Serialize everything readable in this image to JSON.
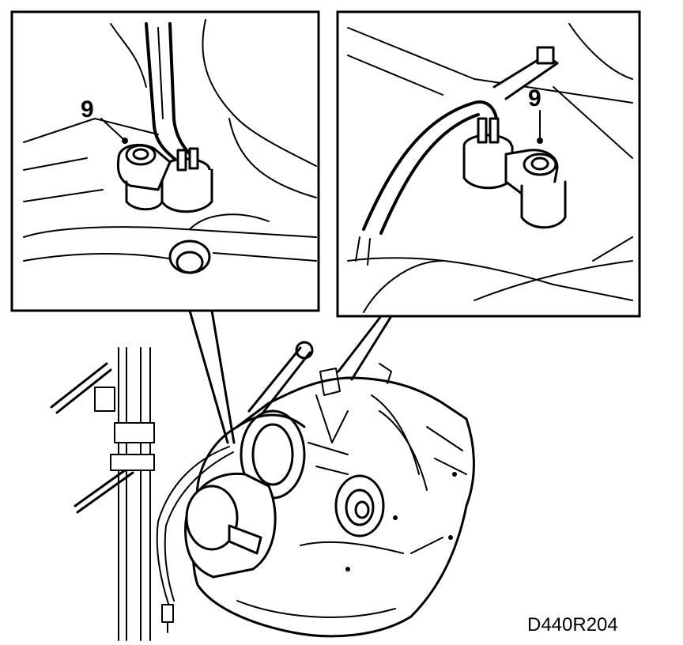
{
  "figure": {
    "detail_left": {
      "callout": "9"
    },
    "detail_right": {
      "callout": "9"
    },
    "figure_code": "D440R204"
  },
  "colors": {
    "ink": "#000000",
    "paper": "#ffffff"
  }
}
